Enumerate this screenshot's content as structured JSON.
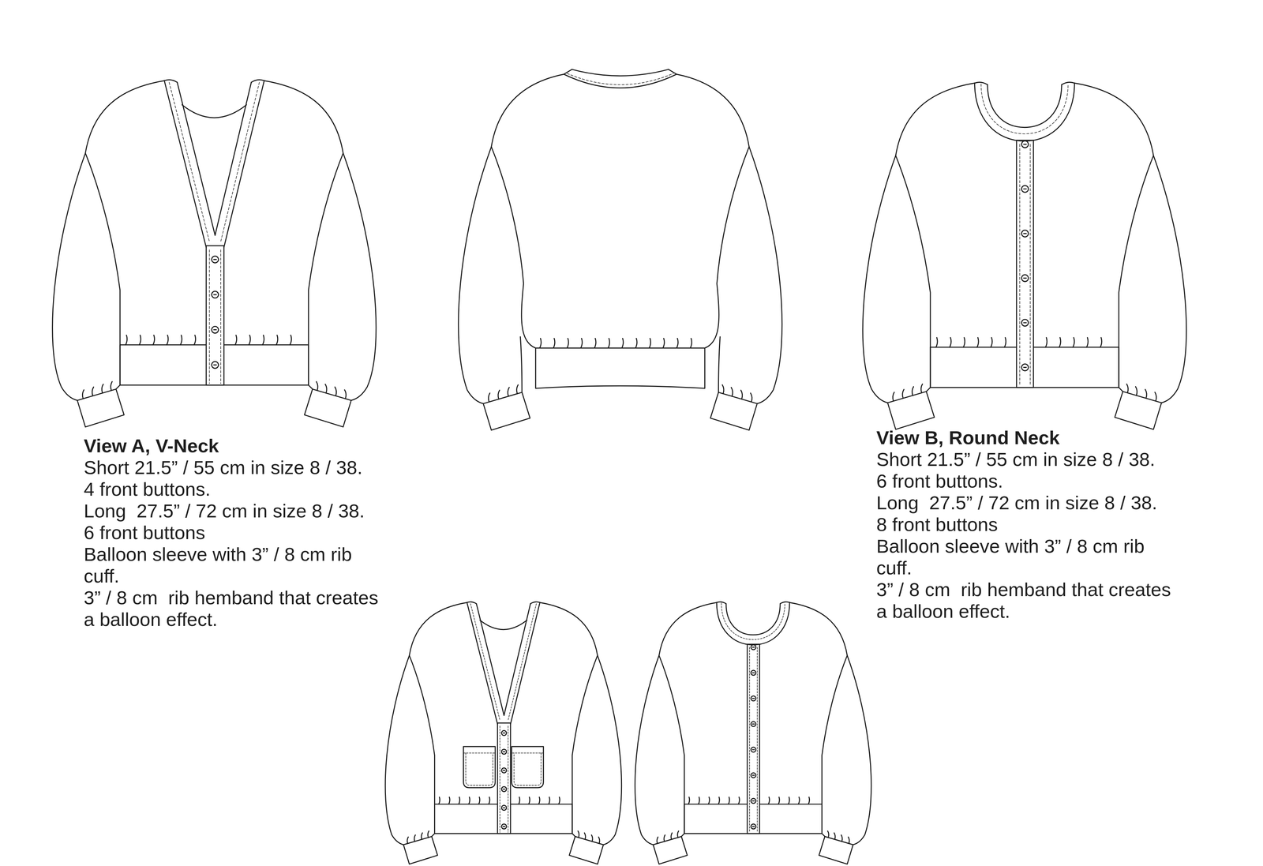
{
  "diagram": {
    "labels": [
      "View A, V-Neck",
      "Short 21.5” / 55 cm in size 8 / 38.",
      "4 front buttons.",
      "Long  27.5” / 72 cm in size 8 / 38.",
      "6 front buttons",
      "Balloon sleeve with 3” / 8 cm rib cuff.",
      "3” / 8 cm  rib hemband that creates a balloon effect.",
      "View B, Round Neck",
      "Short 21.5” / 55 cm in size 8 / 38.",
      "6 front buttons.",
      "Long  27.5” / 72 cm in size 8 / 38.",
      "8 front buttons",
      "Balloon sleeve with 3” / 8 cm rib cuff.",
      "3” / 8 cm  rib hemband that creates a balloon effect."
    ]
  }
}
